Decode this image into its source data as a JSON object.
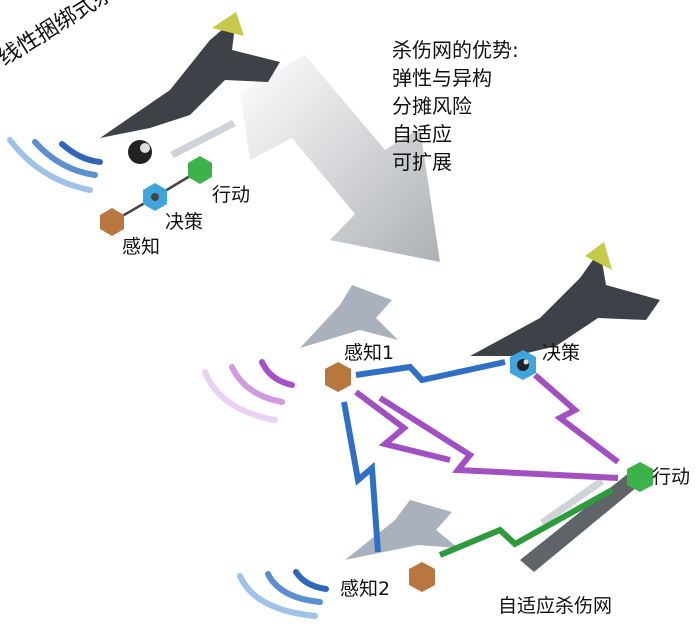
{
  "title_linear": "线性捆绑式杀伤链",
  "advantages": {
    "heading": "杀伤网的优势:",
    "items": [
      "弹性与异构",
      "分摊风险",
      "自适应",
      "可扩展"
    ]
  },
  "linear_chain": {
    "nodes": [
      {
        "label": "感知",
        "color": "#b7773f",
        "icon": "hexagon"
      },
      {
        "label": "决策",
        "color": "#3fa5dc",
        "icon": "hexagon"
      },
      {
        "label": "行动",
        "color": "#3db24a",
        "icon": "hexagon"
      }
    ]
  },
  "kill_web": {
    "title": "自适应杀伤网",
    "nodes": [
      {
        "label": "感知1",
        "color": "#b7773f",
        "icon": "hexagon"
      },
      {
        "label": "决策",
        "color": "#3fa5dc",
        "icon": "hexagon"
      },
      {
        "label": "行动",
        "color": "#3db24a",
        "icon": "hexagon"
      },
      {
        "label": "感知2",
        "color": "#b7773f",
        "icon": "hexagon"
      }
    ]
  },
  "colors": {
    "link_blue": "#2f6fc4",
    "link_purple": "#a24fc2",
    "link_green": "#2f9a3c",
    "arrow_gray": "#b9bcc2",
    "jet_dark": "#3e4248",
    "jet_light": "#9aa3ad"
  }
}
